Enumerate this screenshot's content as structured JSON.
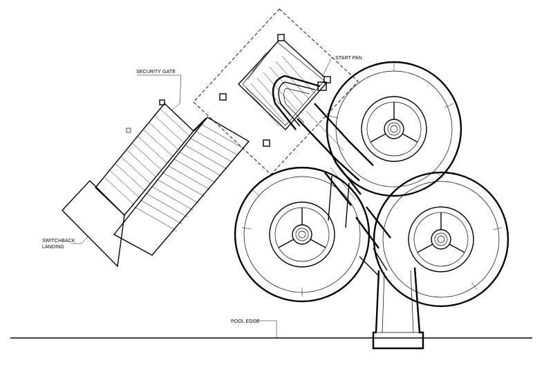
{
  "labels": {
    "security_gate": "SECURITY GATE",
    "start_pan": "START PAN",
    "switchback_line1": "SWITCHBACK",
    "switchback_line2": "LANDING",
    "pool_edge": "POOL EDGE"
  },
  "colors": {
    "line": "#000000",
    "background": "#ffffff"
  }
}
